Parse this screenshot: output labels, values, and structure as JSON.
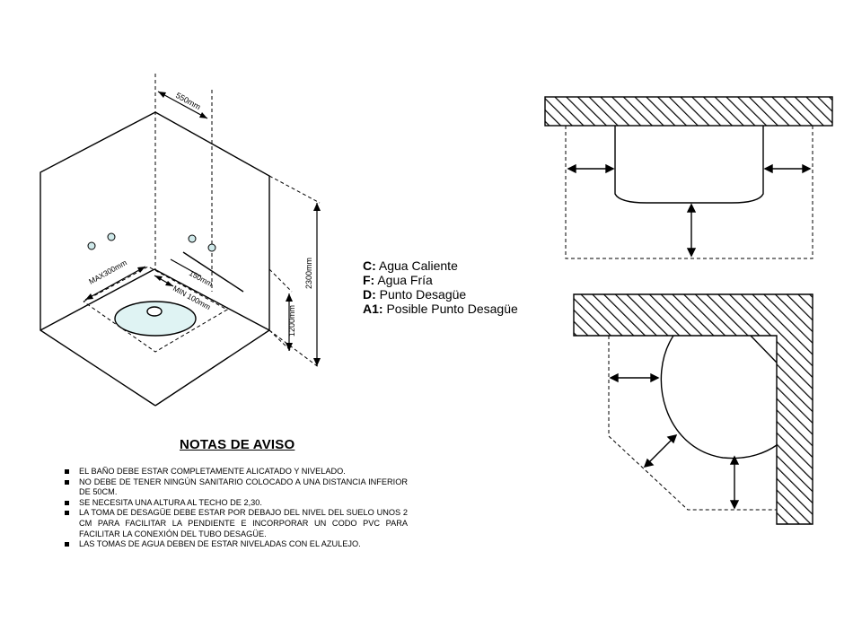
{
  "dimensions": {
    "wall_width": "550mm",
    "max_distance": "MAX300mm",
    "min_distance": "MIN 100mm",
    "tap_spacing": "150mm",
    "height_total": "2300mm",
    "height_taps": "1200mm"
  },
  "legend": [
    {
      "code": "C:",
      "text": " Agua Caliente"
    },
    {
      "code": "F:",
      "text": " Agua Fría"
    },
    {
      "code": "D:",
      "text": " Punto Desagüe"
    },
    {
      "code": "A1:",
      "text": " Posible Punto Desagüe"
    }
  ],
  "notes": {
    "title": "NOTAS DE AVISO",
    "items": [
      "EL BAÑO DEBE ESTAR COMPLETAMENTE ALICATADO Y NIVELADO.",
      "NO DEBE DE TENER NINGÚN SANITARIO COLOCADO A UNA DISTANCIA INFERIOR DE 50CM.",
      "SE NECESITA UNA ALTURA AL TECHO DE 2,30.",
      "LA TOMA DE DESAGÜE DEBE ESTAR POR DEBAJO DEL NIVEL DEL SUELO UNOS 2 cm PARA FACILITAR LA PENDIENTE E INCORPORAR UN CODO PVC PARA FACILITAR LA CONEXIÓN DEL TUBO DESAGÜE.",
      "LAS TOMAS DE AGUA DEBEN DE ESTAR NIVELADAS CON EL AZULEJO."
    ]
  },
  "colors": {
    "basin_fill": "#dff3f3",
    "tap_fill": "#cfe9ea",
    "line": "#000000"
  }
}
